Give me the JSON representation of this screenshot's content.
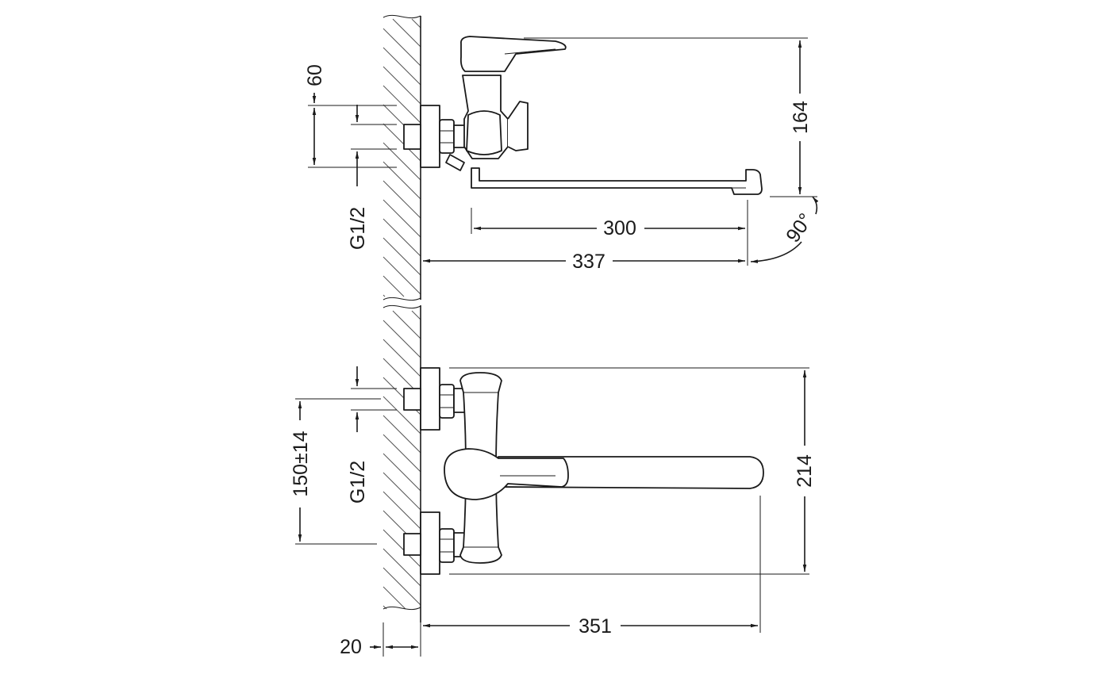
{
  "diagram": {
    "top_view": {
      "dim_height": "164",
      "dim_spout_reach": "300",
      "dim_total_reach": "337",
      "dim_angle": "90°",
      "dim_offset": "60",
      "thread": "G1/2"
    },
    "bottom_view": {
      "dim_height": "214",
      "dim_total_reach": "351",
      "dim_centers": "150±14",
      "thread": "G1/2",
      "dim_wall": "20"
    }
  }
}
